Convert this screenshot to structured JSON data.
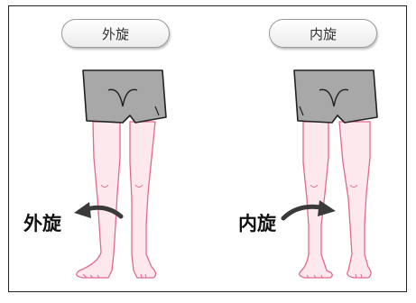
{
  "figure": {
    "left_panel": {
      "title": "外旋",
      "label": "外旋"
    },
    "right_panel": {
      "title": "内旋",
      "label": "内旋"
    }
  },
  "colors": {
    "shorts": "#a8a8a8",
    "skin": "#fde8ee",
    "outline": "#e06a8c",
    "arrow": "#3a3a3a",
    "border": "#222222"
  }
}
